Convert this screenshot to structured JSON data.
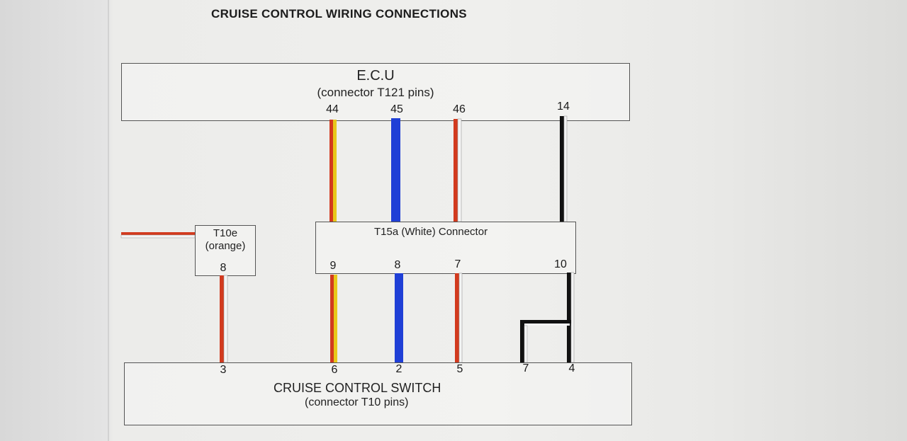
{
  "title": "CRUISE CONTROL WIRING CONNECTIONS",
  "ecu": {
    "label": "E.C.U",
    "sublabel": "(connector T121 pins)",
    "pins": [
      "44",
      "45",
      "46",
      "14"
    ]
  },
  "t10e": {
    "label": "T10e",
    "sublabel": "(orange)",
    "pin": "8"
  },
  "t15a": {
    "label": "T15a (White) Connector",
    "pins": [
      "9",
      "8",
      "7",
      "10"
    ]
  },
  "switch": {
    "label": "CRUISE CONTROL SWITCH",
    "sublabel": "(connector T10 pins)",
    "pins": [
      "3",
      "6",
      "2",
      "5",
      "7",
      "4"
    ]
  },
  "wire_colors": {
    "red": "#d23a1e",
    "yellow": "#e8c81a",
    "blue": "#1f3fd6",
    "black": "#111111",
    "white": "#f4f4f4"
  }
}
